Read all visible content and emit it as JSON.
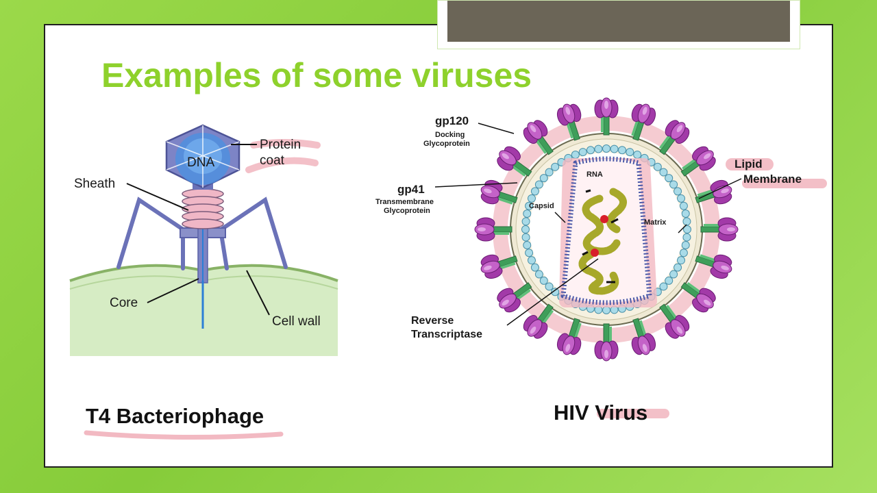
{
  "slide": {
    "title": "Examples of some viruses"
  },
  "left_diagram": {
    "caption": "T4 Bacteriophage",
    "labels": {
      "dna": "DNA",
      "protein_coat_line1": "Protein",
      "protein_coat_line2": "coat",
      "sheath": "Sheath",
      "core": "Core",
      "cell_wall": "Cell wall"
    }
  },
  "right_diagram": {
    "caption": "HIV Virus",
    "labels": {
      "gp120": "gp120",
      "docking_line1": "Docking",
      "docking_line2": "Glycoprotein",
      "gp41": "gp41",
      "transmembrane_line1": "Transmembrane",
      "transmembrane_line2": "Glycoprotein",
      "lipid": "Lipid",
      "membrane": "Membrane",
      "rna": "RNA",
      "capsid": "Capsid",
      "matrix": "Matrix",
      "reverse": "Reverse",
      "transcriptase": "Transcriptase"
    }
  },
  "colors": {
    "title_green": "#8ed12c",
    "background_green": "#8fd13f",
    "highlight_pink": "#f2b9c2",
    "glycoprotein_purple": "#a23aa8",
    "stalk_green": "#3f9e5a",
    "capsid_blue": "#4a58a8",
    "matrix_blue": "#a9dbe8",
    "rna_olive": "#a7a82a"
  }
}
